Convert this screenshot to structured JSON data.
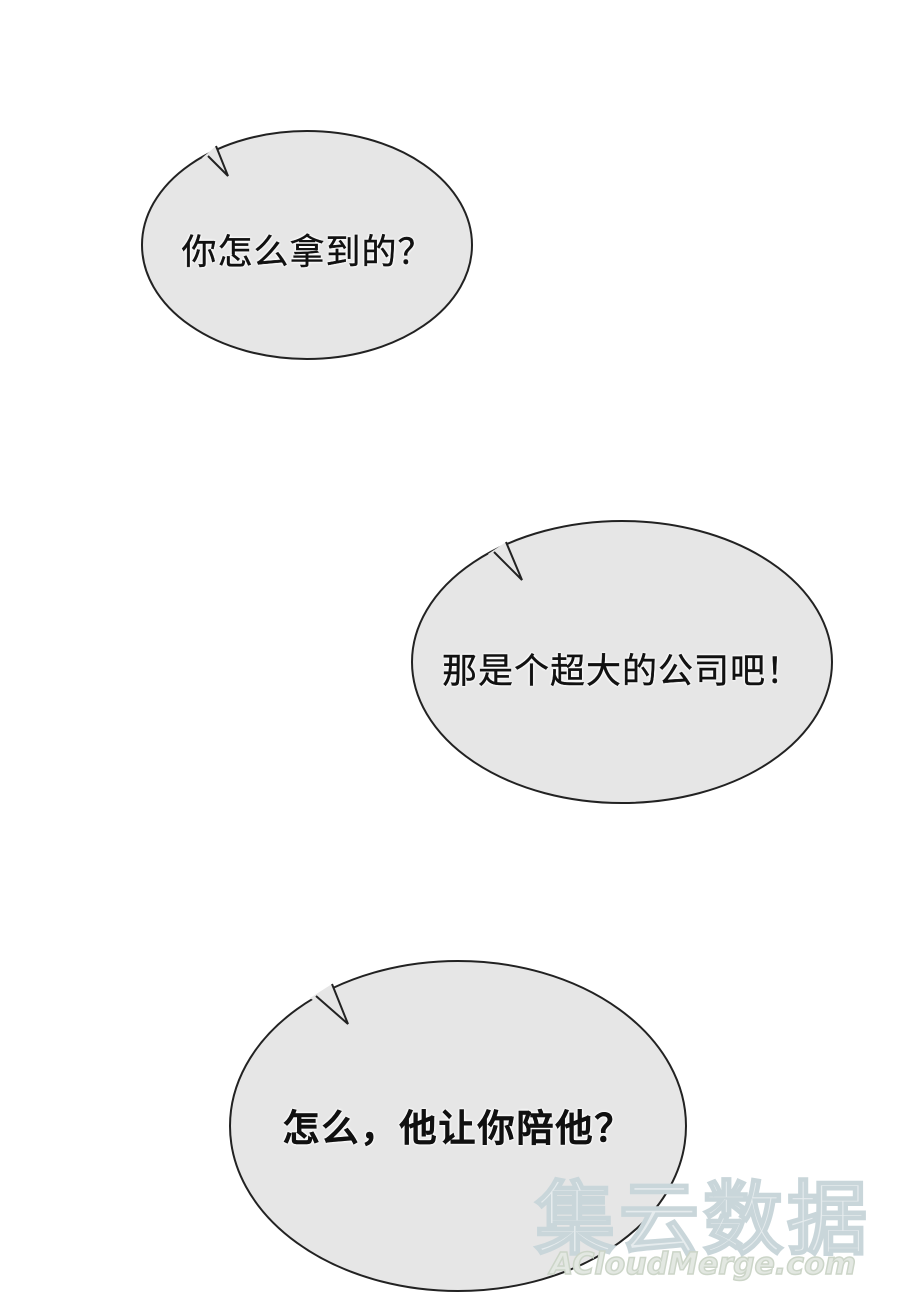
{
  "bubbles": [
    {
      "text": "你怎么拿到的？"
    },
    {
      "text": "那是个超大的公司吧！"
    },
    {
      "text": "怎么，他让你陪他？"
    }
  ],
  "watermark": {
    "cn": "集云数据",
    "en": "ACloudMerge.com"
  },
  "colors": {
    "bubble_fill": "#e6e6e6",
    "bubble_stroke": "#222222",
    "text": "#111111"
  }
}
